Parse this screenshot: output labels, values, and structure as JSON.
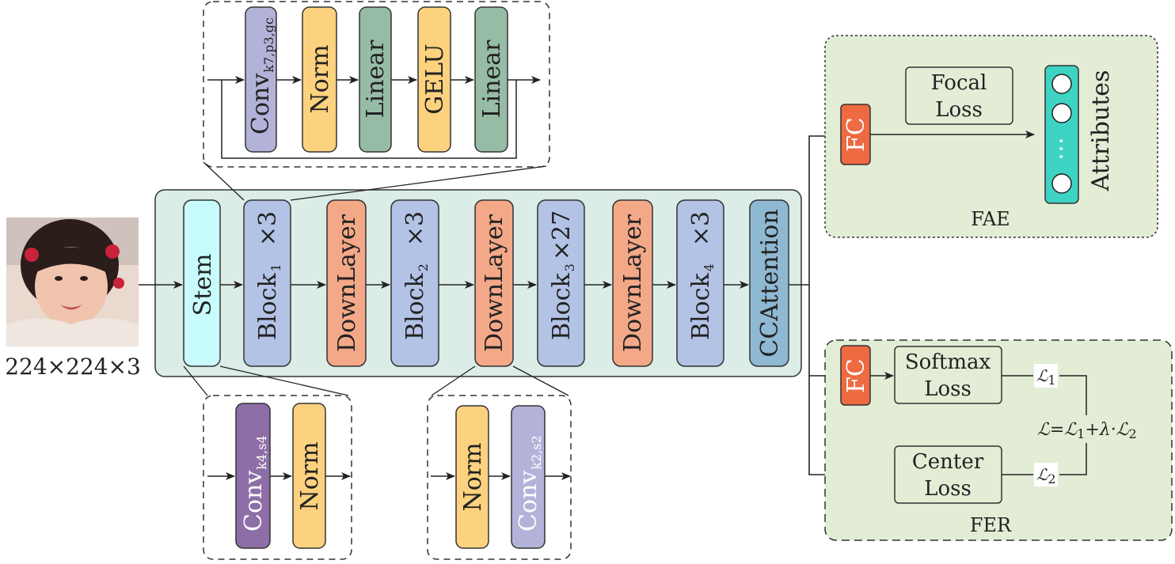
{
  "input": {
    "caption": "224×224×3",
    "image_icon": "child-face-photo"
  },
  "backbone": {
    "stem": "Stem",
    "block1": {
      "name": "Block",
      "sub": "1",
      "repeat": "×3"
    },
    "downlayer1": "DownLayer",
    "block2": {
      "name": "Block",
      "sub": "2",
      "repeat": "×3"
    },
    "downlayer2": "DownLayer",
    "block3": {
      "name": "Block",
      "sub": "3",
      "repeat": "×27"
    },
    "downlayer3": "DownLayer",
    "block4": {
      "name": "Block",
      "sub": "4",
      "repeat": "×3"
    },
    "attention": "CCAttention"
  },
  "block_detail": {
    "conv": {
      "name": "Conv",
      "sub": "k7,p3,gc"
    },
    "norm": "Norm",
    "linear1": "Linear",
    "gelu": "GELU",
    "linear2": "Linear"
  },
  "stem_detail": {
    "conv": {
      "name": "Conv",
      "sub": "k4,s4"
    },
    "norm": "Norm"
  },
  "downlayer_detail": {
    "norm": "Norm",
    "conv": {
      "name": "Conv",
      "sub": "k2,s2"
    }
  },
  "fae": {
    "title": "FAE",
    "fc": "FC",
    "focal_loss_line1": "Focal",
    "focal_loss_line2": "Loss",
    "attributes": "Attributes",
    "dots": "⋯"
  },
  "fer": {
    "title": "FER",
    "fc": "FC",
    "softmax_line1": "Softmax",
    "softmax_line2": "Loss",
    "center_line1": "Center",
    "center_line2": "Loss",
    "l1": {
      "sym": "ℒ",
      "sub": "1"
    },
    "l2": {
      "sym": "ℒ",
      "sub": "2"
    },
    "formula": {
      "lhs": "ℒ=ℒ",
      "s1": "1",
      "mid": "+λ·ℒ",
      "s2": "2"
    }
  },
  "colors": {
    "backbone_bg": "#dcece6",
    "panel_bg": "#e3edd6",
    "stem": "#c8fbfb",
    "block": "#b3c3e6",
    "downlayer": "#f3a888",
    "attention": "#8fb8d2",
    "conv_block": "#b3b3d9",
    "norm": "#fdd27f",
    "linear": "#96bca6",
    "conv_stem": "#8e6ea6",
    "fc": "#ee6a40",
    "attributes": "#3fd3c3"
  }
}
